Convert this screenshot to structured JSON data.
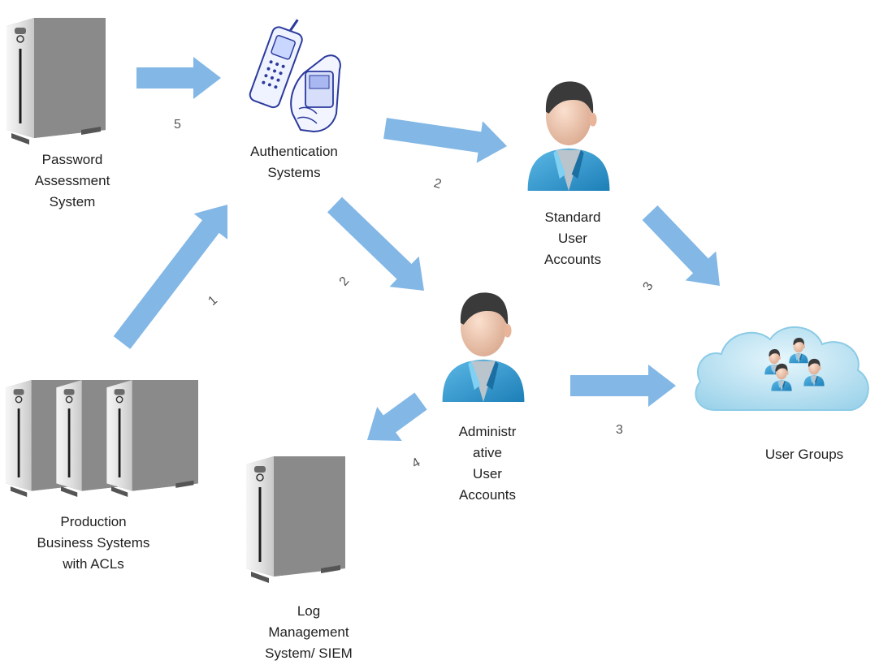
{
  "nodes": {
    "password_assessment": {
      "label_lines": [
        "Password",
        "Assessment",
        "System"
      ],
      "icon": "server-icon"
    },
    "authentication_systems": {
      "label_lines": [
        "Authentication",
        "Systems"
      ],
      "icon": "handheld-devices-icon"
    },
    "standard_accounts": {
      "label_lines": [
        "Standard",
        "User",
        "Accounts"
      ],
      "icon": "user-icon"
    },
    "admin_accounts": {
      "label_lines": [
        "Administr",
        "ative",
        "User",
        "Accounts"
      ],
      "icon": "user-icon"
    },
    "user_groups": {
      "label_lines": [
        "User Groups"
      ],
      "icon": "user-group-cloud-icon"
    },
    "production_systems": {
      "label_lines": [
        "Production",
        "Business Systems",
        "with ACLs"
      ],
      "icon": "server-rack-icon"
    },
    "log_management": {
      "label_lines": [
        "Log",
        "Management",
        "System/ SIEM"
      ],
      "icon": "server-icon"
    }
  },
  "flows": [
    {
      "from": "password_assessment",
      "to": "authentication_systems",
      "step": "5"
    },
    {
      "from": "production_systems",
      "to": "authentication_systems",
      "step": "1"
    },
    {
      "from": "authentication_systems",
      "to": "standard_accounts",
      "step": "2"
    },
    {
      "from": "authentication_systems",
      "to": "admin_accounts",
      "step": "2"
    },
    {
      "from": "standard_accounts",
      "to": "user_groups",
      "step": "3"
    },
    {
      "from": "admin_accounts",
      "to": "user_groups",
      "step": "3"
    },
    {
      "from": "admin_accounts",
      "to": "log_management",
      "step": "4"
    }
  ],
  "colors": {
    "arrow": "#82b7e6",
    "shirt": "#2e9bd3",
    "skin": "#f2c8b0",
    "hair": "#3c3c3c",
    "cloud": "#bfe4f3",
    "server_body": "#e8e8e8"
  }
}
